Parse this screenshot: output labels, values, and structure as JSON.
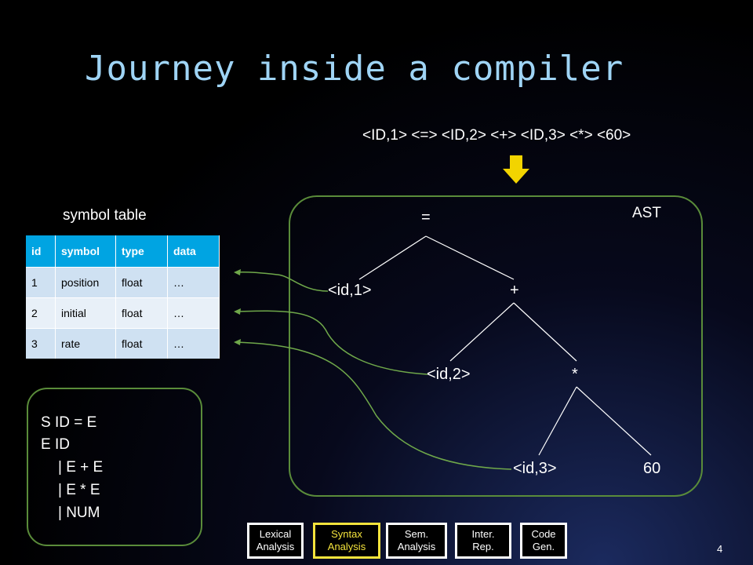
{
  "title": "Journey inside a compiler",
  "tokens": "<ID,1> <=> <ID,2> <+> <ID,3> <*> <60>",
  "symbol_table": {
    "caption": "symbol table",
    "headers": [
      "id",
      "symbol",
      "type",
      "data"
    ],
    "rows": [
      [
        "1",
        "position",
        "float",
        "…"
      ],
      [
        "2",
        "initial",
        "float",
        "…"
      ],
      [
        "3",
        "rate",
        "float",
        "…"
      ]
    ]
  },
  "ast": {
    "label": "AST",
    "nodes": {
      "assign": "=",
      "id1": "<id,1>",
      "plus": "+",
      "id2": "<id,2>",
      "times": "*",
      "id3": "<id,3>",
      "num": "60"
    }
  },
  "grammar": [
    "S  ID = E",
    "E  ID",
    "|   E + E",
    "|   E * E",
    "|   NUM"
  ],
  "stages": [
    {
      "label": "Lexical\nAnalysis",
      "active": false
    },
    {
      "label": "Syntax\nAnalysis",
      "active": true
    },
    {
      "label": "Sem.\nAnalysis",
      "active": false
    },
    {
      "label": "Inter.\nRep.",
      "active": false
    },
    {
      "label": "Code\nGen.",
      "active": false
    }
  ],
  "page_number": "4",
  "colors": {
    "title": "#9fd4f5",
    "box_border": "#5a8c3a",
    "table_header": "#00a4e2",
    "arrow": "#f2d400",
    "active_stage": "#f4e33c"
  },
  "icons": {
    "down_arrow": "down-arrow-icon"
  }
}
